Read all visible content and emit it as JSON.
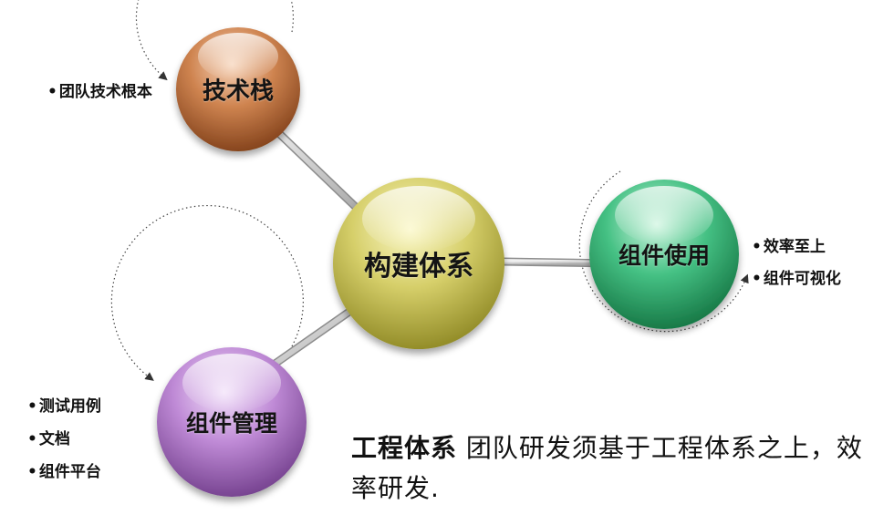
{
  "center": {
    "label": "构建体系",
    "color": "#c9c256"
  },
  "nodes": {
    "tech": {
      "label": "技术栈",
      "color": "#c27446",
      "items": [
        "团队技术根本"
      ]
    },
    "usage": {
      "label": "组件使用",
      "color": "#39b57a",
      "items": [
        "效率至上",
        "组件可视化"
      ]
    },
    "manage": {
      "label": "组件管理",
      "color": "#b37ccc",
      "items": [
        "测试用例",
        "文档",
        "组件平台"
      ]
    }
  },
  "description": {
    "title": "工程体系",
    "body": " 团队研发须基于工程体系之上，效率研发."
  }
}
